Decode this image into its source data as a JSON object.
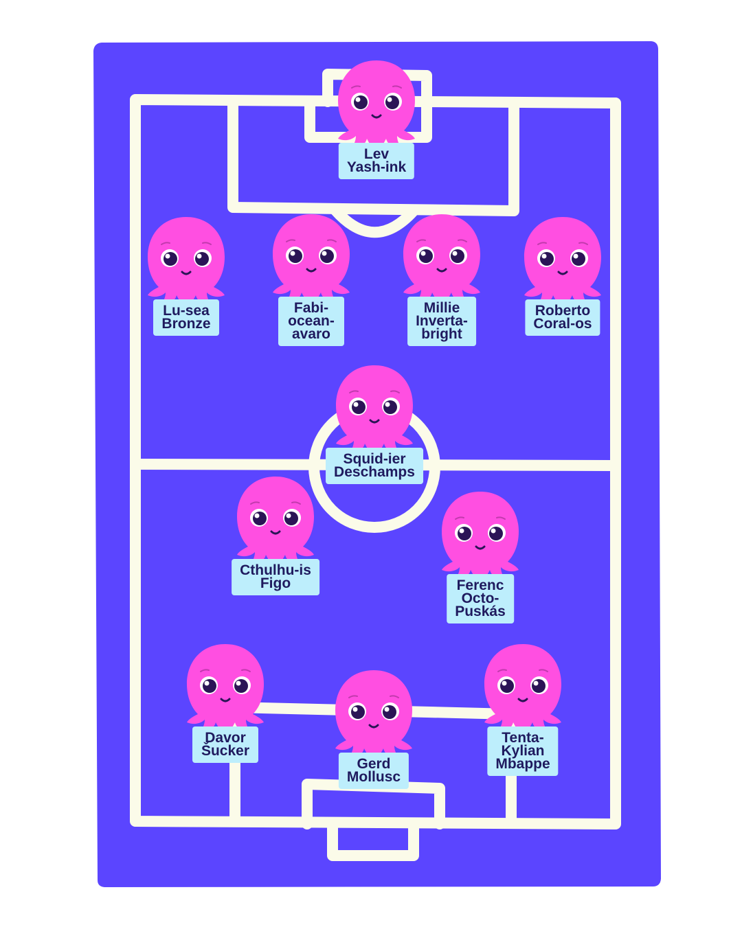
{
  "colors": {
    "background": "#ffffff",
    "pitch": "#5b45ff",
    "lines": "#fbfbe9",
    "octopus": "#ff4fe1",
    "card": "#bdeefc",
    "text": "#1f1a5e"
  },
  "icons": {
    "player": "octopus-icon"
  },
  "players": [
    {
      "id": "goalkeeper",
      "name_lines": [
        "Lev",
        "Yash-ink"
      ]
    },
    {
      "id": "defender-1",
      "name_lines": [
        "Lu-sea",
        "Bronze"
      ]
    },
    {
      "id": "defender-2",
      "name_lines": [
        "Fabi-",
        "ocean-",
        "avaro"
      ]
    },
    {
      "id": "defender-3",
      "name_lines": [
        "Millie",
        "Inverta-",
        "bright"
      ]
    },
    {
      "id": "defender-4",
      "name_lines": [
        "Roberto",
        "Coral-os"
      ]
    },
    {
      "id": "midfielder-1",
      "name_lines": [
        "Squid-ier",
        "Deschamps"
      ]
    },
    {
      "id": "midfielder-2",
      "name_lines": [
        "Cthulhu-is",
        "Figo"
      ]
    },
    {
      "id": "midfielder-3",
      "name_lines": [
        "Ferenc",
        "Octo-",
        "Puskás"
      ]
    },
    {
      "id": "forward-1",
      "name_lines": [
        "Davor",
        "Šucker"
      ]
    },
    {
      "id": "forward-2",
      "name_lines": [
        "Gerd",
        "Mollusc"
      ]
    },
    {
      "id": "forward-3",
      "name_lines": [
        "Tenta-",
        "Kylian",
        "Mbappe"
      ]
    }
  ]
}
